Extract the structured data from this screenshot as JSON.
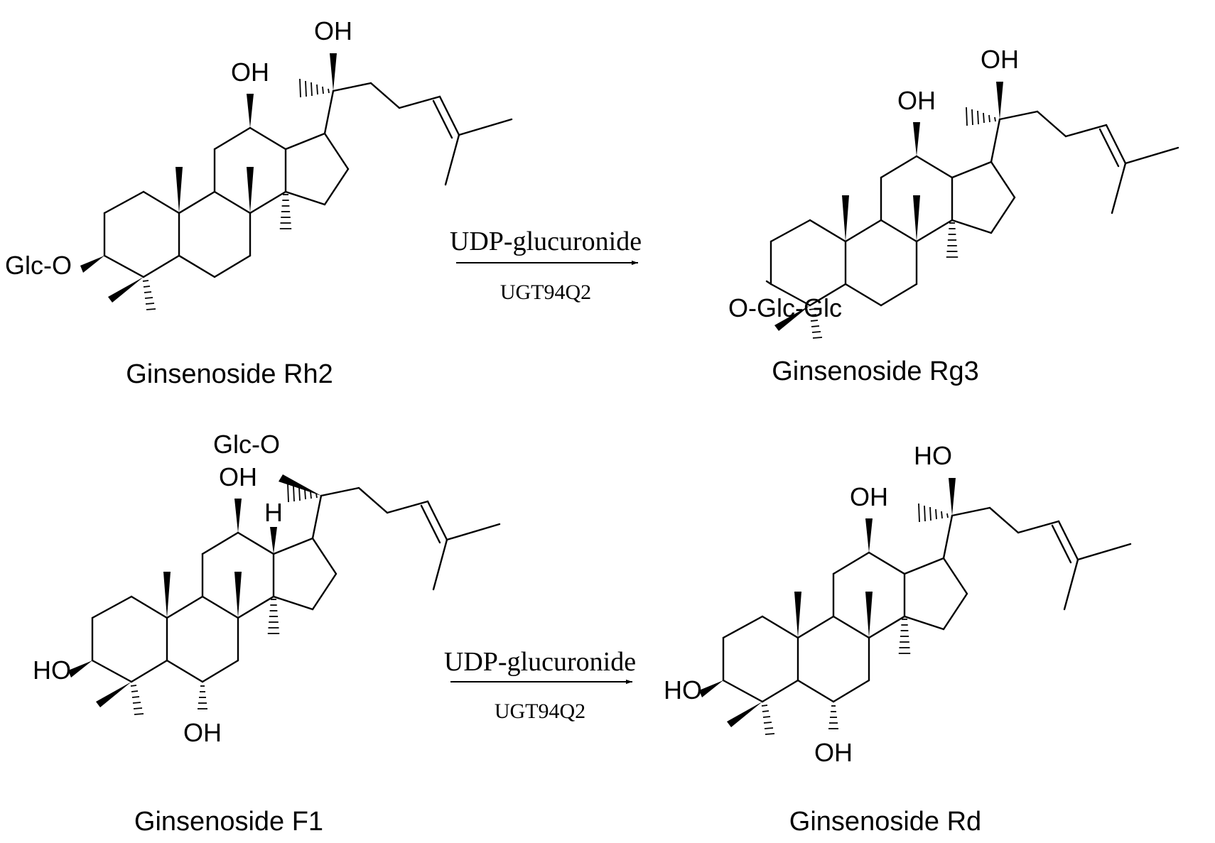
{
  "compounds": {
    "rh2": {
      "name": "Ginsenoside Rh2",
      "c3": "Glc-O",
      "c12": "OH",
      "c20": "OH"
    },
    "rg3": {
      "name": "Ginsenoside Rg3",
      "c3": "O-Glc-Glc",
      "c12": "OH",
      "c20": "OH"
    },
    "f1": {
      "name": "Ginsenoside F1",
      "c3": "HO",
      "c6": "OH",
      "c12": "OH",
      "c13": "H",
      "c20": "Glc-O"
    },
    "rd": {
      "name": "Ginsenoside Rd",
      "c3": "HO",
      "c6": "OH",
      "c12": "OH",
      "c20": "HO"
    }
  },
  "reactions": [
    {
      "reagent": "UDP-glucuronide",
      "enzyme": "UGT94Q2"
    },
    {
      "reagent": "UDP-glucuronide",
      "enzyme": "UGT94Q2"
    }
  ]
}
